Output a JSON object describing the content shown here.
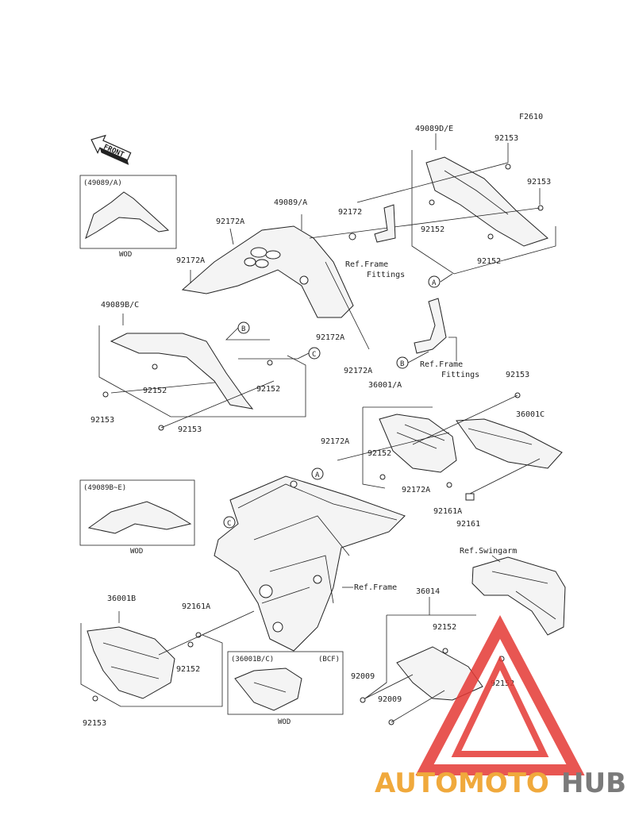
{
  "diagram_code": "F2610",
  "front_label": "FRONT",
  "callouts": {
    "p49089D_E": "49089D/E",
    "p92153_a": "92153",
    "p92153_b": "92153",
    "p92152_a": "92152",
    "p92152_b": "92152",
    "p49089_A": "49089/A",
    "p92172": "92172",
    "p92172A_a": "92172A",
    "p92172A_b": "92172A",
    "p92172A_c": "92172A",
    "p92172A_d": "92172A",
    "p49089B_C": "49089B/C",
    "p92152_c": "92152",
    "p92152_d": "92152",
    "p92153_c": "92153",
    "p92153_d": "92153",
    "p36001_A": "36001/A",
    "p92153_e": "92153",
    "p36001C": "36001C",
    "p92172A_e": "92172A",
    "p92152_e": "92152",
    "p92172A_f": "92172A",
    "p92161A_a": "92161A",
    "p92161": "92161",
    "p36001B": "36001B",
    "p92161A_b": "92161A",
    "p92152_f": "92152",
    "p92153_f": "92153",
    "p36014": "36014",
    "p92152_g": "92152",
    "p92152_h": "92152",
    "p92009_a": "92009",
    "p92009_b": "92009"
  },
  "references": {
    "frame_fittings_1_a": "Ref.Frame",
    "frame_fittings_1_b": "Fittings",
    "frame_fittings_2_a": "Ref.Frame",
    "frame_fittings_2_b": "Fittings",
    "frame": "Ref.Frame",
    "swingarm": "Ref.Swingarm"
  },
  "markers": {
    "A1": "A",
    "A2": "A",
    "B1": "B",
    "B2": "B",
    "C1": "C",
    "C2": "C"
  },
  "insets": {
    "inset1_title": "(49089/A)",
    "inset1_note": "WOD",
    "inset2_title": "(49089B~E)",
    "inset2_note": "WOD",
    "inset3_title": "(36001B/C)",
    "inset3_code": "(BCF)",
    "inset3_note": "WOD"
  },
  "watermark": {
    "part1": "AUTOMOTO",
    "part2": "HUB"
  },
  "colors": {
    "watermark_red": "#e53935",
    "watermark_orange": "#f0a93c",
    "watermark_gray": "#7a7a7a",
    "line": "#222222"
  }
}
